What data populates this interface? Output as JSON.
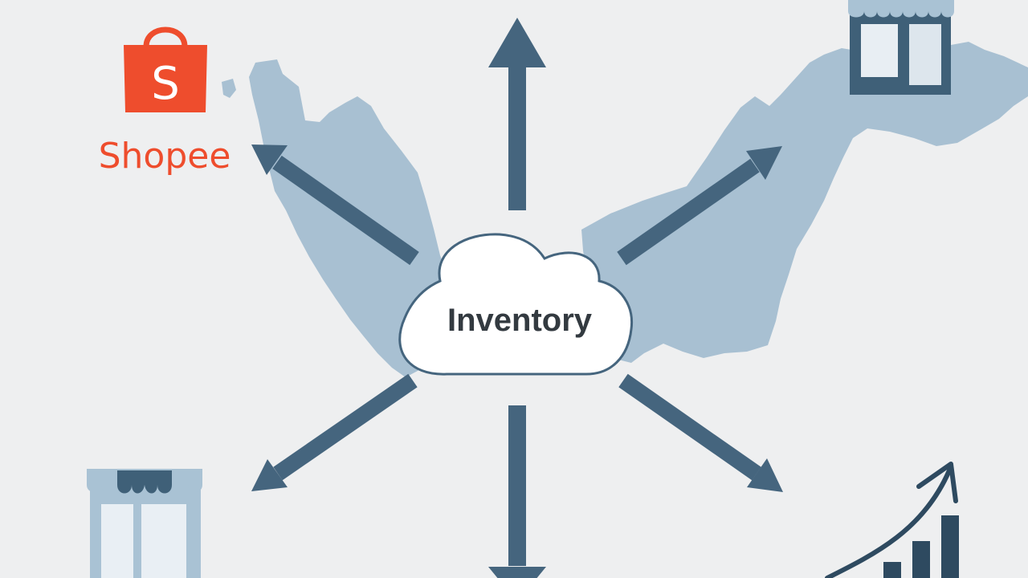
{
  "brand": {
    "name": "Shopee",
    "bag_letter": "S",
    "color": "#ee4d2d",
    "icon": "shopee-bag-icon"
  },
  "center": {
    "label": "Inventory",
    "icon": "cloud-icon"
  },
  "colors": {
    "background": "#eeeff0",
    "map": "#a8c0d2",
    "arrow": "#45657e",
    "store_dark": "#3f6078",
    "store_light": "#a9c2d4",
    "chart": "#2e4a60"
  },
  "icons": {
    "map": "malaysia-map-shape",
    "store_top_right": "storefront-icon",
    "store_bottom_left": "storefront-icon",
    "growth": "growth-chart-icon",
    "arrows": "arrow-icon"
  }
}
